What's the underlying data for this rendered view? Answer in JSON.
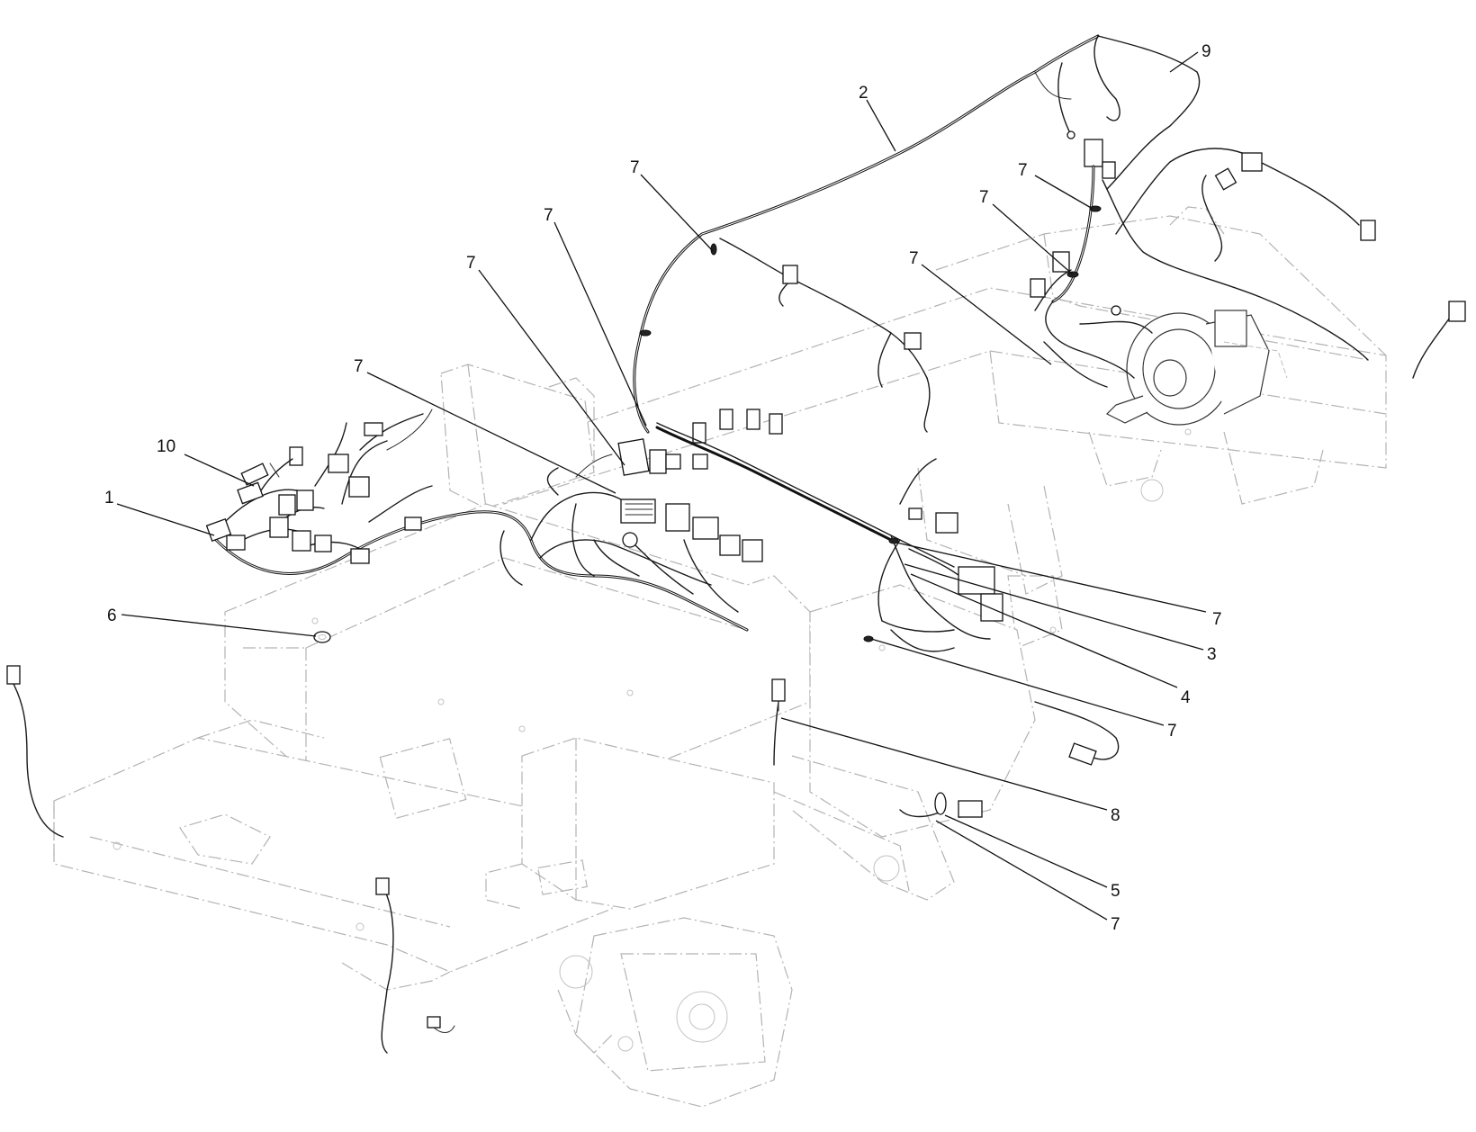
{
  "diagram": {
    "type": "exploded-parts-illustration",
    "colors": {
      "wire": "#111111",
      "frame": "#b3b3b3",
      "background": "#ffffff",
      "callout_text": "#111111"
    },
    "callouts": [
      {
        "id": "c10",
        "label": "10"
      },
      {
        "id": "c1",
        "label": "1"
      },
      {
        "id": "c6",
        "label": "6"
      },
      {
        "id": "c7a",
        "label": "7"
      },
      {
        "id": "c7b",
        "label": "7"
      },
      {
        "id": "c7c",
        "label": "7"
      },
      {
        "id": "c7d",
        "label": "7"
      },
      {
        "id": "c2",
        "label": "2"
      },
      {
        "id": "c9",
        "label": "9"
      },
      {
        "id": "c7e",
        "label": "7"
      },
      {
        "id": "c7f",
        "label": "7"
      },
      {
        "id": "c7g",
        "label": "7"
      },
      {
        "id": "c7h",
        "label": "7"
      },
      {
        "id": "c3",
        "label": "3"
      },
      {
        "id": "c4",
        "label": "4"
      },
      {
        "id": "c7i",
        "label": "7"
      },
      {
        "id": "c8",
        "label": "8"
      },
      {
        "id": "c5",
        "label": "5"
      },
      {
        "id": "c7j",
        "label": "7"
      }
    ]
  }
}
